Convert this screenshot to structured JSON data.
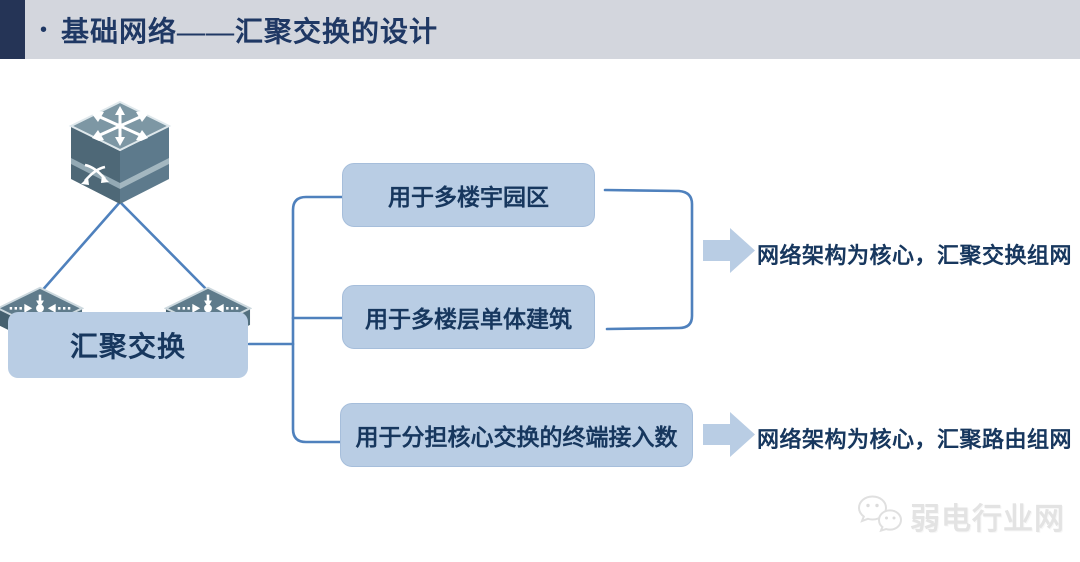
{
  "header": {
    "bullet": "•",
    "title": "基础网络——汇聚交换的设计"
  },
  "diagram": {
    "aggregation_label": "汇聚交换",
    "branch_boxes": [
      {
        "label": "用于多楼宇园区"
      },
      {
        "label": "用于多楼层单体建筑"
      },
      {
        "label": "用于分担核心交换的终端接入数"
      }
    ],
    "results": [
      {
        "label": "网络架构为核心，汇聚交换组网"
      },
      {
        "label": "网络架构为核心，汇聚路由组网"
      }
    ],
    "icons": {
      "core_switch": "multilayer-switch-icon",
      "aggregation_switch": "workgroup-switch-icon"
    }
  },
  "watermark": {
    "text": "弱电行业网",
    "icon": "wechat-icon"
  },
  "colors": {
    "header_bg": "#d3d6dd",
    "header_block": "#253456",
    "title_navy": "#1f3864",
    "text_navy": "#17375e",
    "box_fill": "#b9cde4",
    "connector_blue": "#4f81bd",
    "switch_body": "#53707f"
  }
}
